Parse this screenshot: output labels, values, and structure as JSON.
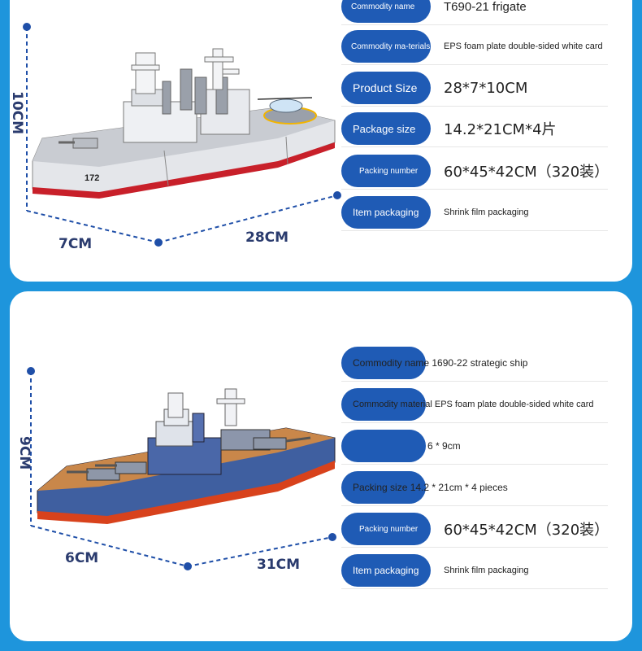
{
  "colors": {
    "background": "#1e95dc",
    "pill": "#1f5bb5",
    "dimension_line": "#1f4fa8"
  },
  "product1": {
    "dimensions": {
      "height": "10CM",
      "width": "7CM",
      "length": "28CM"
    },
    "hull_number": "172",
    "rows": [
      {
        "label": "Commodity name",
        "value": "T690-21 frigate"
      },
      {
        "label": "Commodity ma-terials",
        "value": "EPS foam plate double-sided white card"
      },
      {
        "label": "Product Size",
        "value": "28*7*10CM"
      },
      {
        "label": "Package size",
        "value": "14.2*21CM*4片"
      },
      {
        "label": "Packing number",
        "value": "60*45*42CM（320装）"
      },
      {
        "label": "Item packaging",
        "value": "Shrink film packaging"
      }
    ]
  },
  "product2": {
    "dimensions": {
      "height": "9CM",
      "width": "6CM",
      "length": "31CM"
    },
    "rows": [
      {
        "text": "Commodity name 1690-22 strategic ship"
      },
      {
        "text": "Commodity material EPS foam plate double-sided white card"
      },
      {
        "text": "6 * 9cm"
      },
      {
        "text": "Packing size 14.2 * 21cm * 4 pieces"
      },
      {
        "label": "Packing number",
        "value": "60*45*42CM（320装）"
      },
      {
        "label": "Item packaging",
        "value": "Shrink film packaging"
      }
    ]
  }
}
